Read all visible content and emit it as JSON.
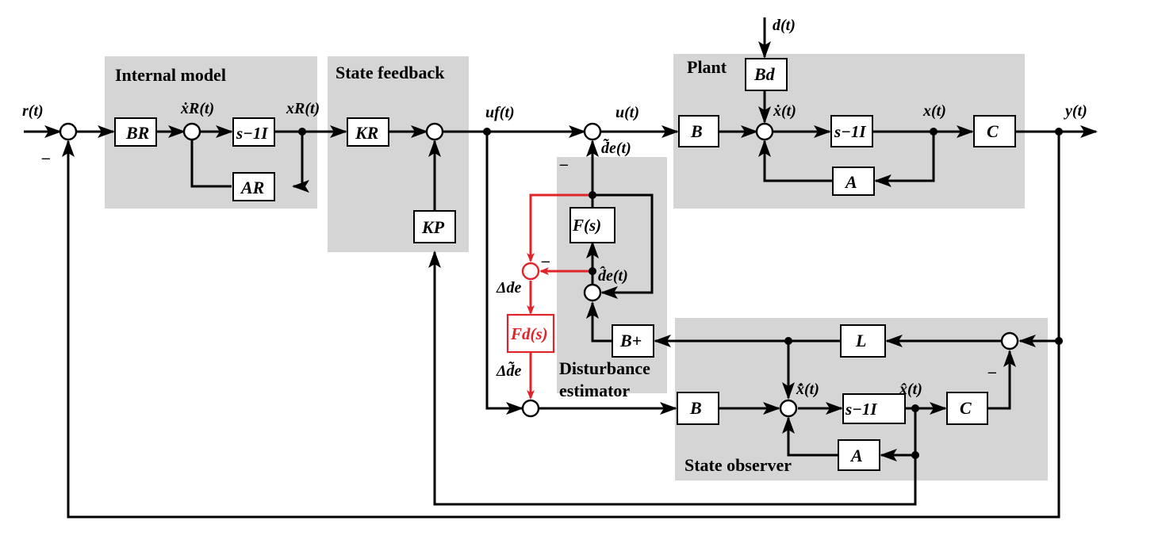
{
  "groups": {
    "internal_model": "Internal model",
    "state_feedback": "State feedback",
    "plant": "Plant",
    "disturbance_estimator_line1": "Disturbance",
    "disturbance_estimator_line2": "estimator",
    "state_observer": "State observer"
  },
  "signals": {
    "r": "r(t)",
    "xR_dot": "ẋR(t)",
    "xR": "xR(t)",
    "uf": "uf(t)",
    "u": "u(t)",
    "de_tilde": "d̃e(t)",
    "d": "d(t)",
    "x_dot": "ẋ(t)",
    "x": "x(t)",
    "y": "y(t)",
    "de_hat": "d̂e(t)",
    "delta_de": "Δde",
    "delta_de_tilde": "Δd̃e",
    "xhat_dot": "x̂̇(t)",
    "xhat": "x̂(t)",
    "minus": "–"
  },
  "blocks": {
    "BR": "BR",
    "sI_R": "s−1I",
    "AR": "AR",
    "KR": "KR",
    "KP": "KP",
    "Bd": "Bd",
    "B_plant": "B",
    "sI_plant": "s−1I",
    "A_plant": "A",
    "C_plant": "C",
    "F": "F(s)",
    "Fd": "Fd(s)",
    "Bplus": "B+",
    "L": "L",
    "B_obs": "B",
    "sI_obs": "s−1I",
    "C_obs": "C",
    "A_obs": "A"
  },
  "colors": {
    "background_group": "#d5d5d5",
    "highlight": "#e0252a",
    "line": "#000000"
  }
}
